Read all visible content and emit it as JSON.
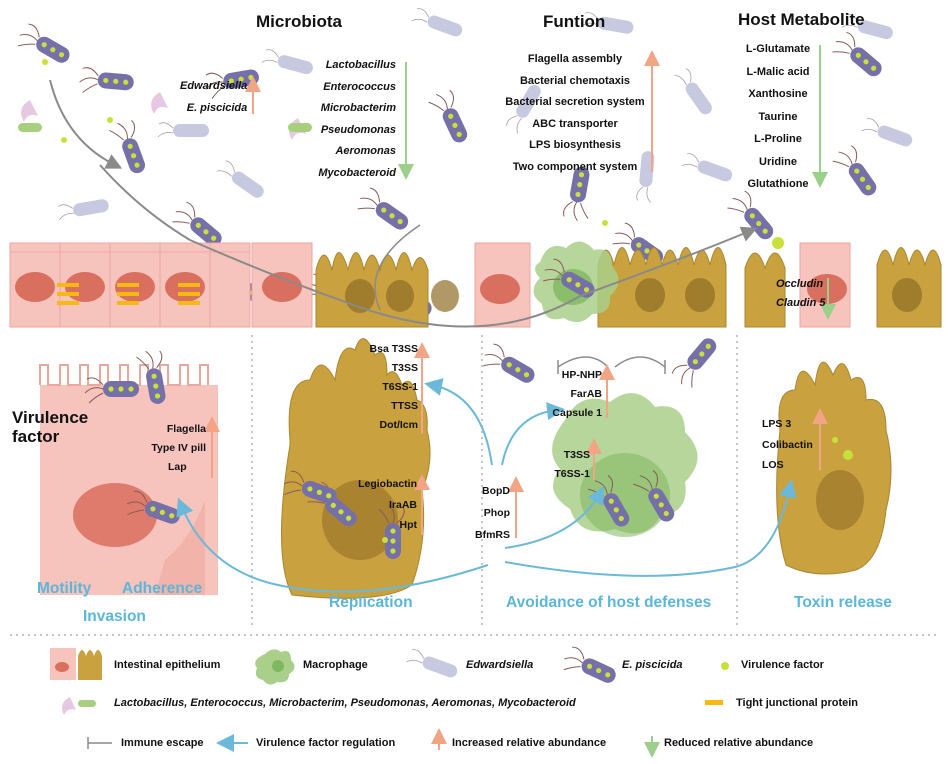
{
  "headers": {
    "microbiota": "Microbiota",
    "function": "Funtion",
    "host_metabolite": "Host Metabolite",
    "virulence_factor": "Virulence factor"
  },
  "microbiota_increased": [
    "Edwardsiella",
    "E. piscicida"
  ],
  "microbiota_reduced": [
    "Lactobacillus",
    "Enterococcus",
    "Microbacterim",
    "Pseudomonas",
    "Aeromonas",
    "Mycobacteroid"
  ],
  "functions": [
    "Flagella assembly",
    "Bacterial chemotaxis",
    "Bacterial secretion system",
    "ABC transporter",
    "LPS biosynthesis",
    "Two component system"
  ],
  "metabolites": [
    "L-Glutamate",
    "L-Malic acid",
    "Xanthosine",
    "Taurine",
    "L-Proline",
    "Uridine",
    "Glutathione"
  ],
  "tight_junction_genes": [
    "Occludin",
    "Claudin 5"
  ],
  "adherence_factors": [
    "Flagella",
    "Type IV pill",
    "Lap"
  ],
  "secretion_systems": [
    "Bsa T3SS",
    "T3SS",
    "T6SS-1",
    "TTSS",
    "Dot/Icm"
  ],
  "iron_factors": [
    "Legiobactin",
    "IraAB",
    "Hpt"
  ],
  "regulators": [
    "BopD",
    "Phop",
    "BfmRS"
  ],
  "escape_factors": [
    "HP-NHP",
    "FarAB",
    "Capsule 1"
  ],
  "macrophage_factors": [
    "T3SS",
    "T6SS-1"
  ],
  "toxins": [
    "LPS 3",
    "Colibactin",
    "LOS"
  ],
  "stages": {
    "motility": "Motility",
    "adherence": "Adherence",
    "invasion": "Invasion",
    "replication": "Replication",
    "avoidance": "Avoidance of host defenses",
    "toxin": "Toxin release"
  },
  "legend": {
    "intestinal_epithelium": "Intestinal  epithelium",
    "macrophage": "Macrophage",
    "edwardsiella": "Edwardsiella",
    "e_piscicida": "E. piscicida",
    "virulence_factor": "Virulence   factor",
    "commensals": "Lactobacillus,   Enterococcus,   Microbacterim,   Pseudomonas,   Aeromonas,   Mycobacteroid",
    "tight_junction": "Tight junctional protein",
    "immune_escape": "Immune escape",
    "vf_regulation": "Virulence factor regulation",
    "increased": "Increased relative abundance",
    "reduced": "Reduced relative abundance"
  },
  "colors": {
    "increase_arrow": "#f2a585",
    "decrease_arrow": "#9ccf8c",
    "regulation_arrow": "#6bb8d8",
    "stage_text": "#5bb6d8",
    "epithelium": "#f6c3bd",
    "infected_cell": "#c9a13f",
    "macrophage": "#a9cf8a",
    "tight_junction": "#f6b90f"
  }
}
